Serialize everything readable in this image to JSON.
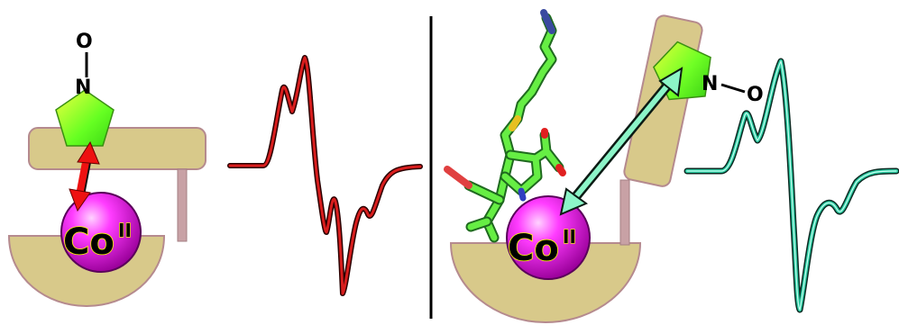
{
  "labels": {
    "cobalt_symbol": "Co",
    "cobalt_oxidation": "II",
    "nitrogen": "N",
    "oxygen": "O"
  },
  "colors": {
    "tan_fill": "#d8c98a",
    "tan_stroke": "#b58a8e",
    "cobalt_sphere": "#ff2dff",
    "nitroxide_ring": "#66ff22",
    "left_arrow": "#ee1111",
    "right_arrow": "#8cf5c8",
    "left_spectrum": "#d81d1d",
    "right_spectrum": "#2ac9a0",
    "divider": "#000000"
  },
  "icons": {
    "left_spectrum": "epr-spectrum-red",
    "right_spectrum": "epr-spectrum-green",
    "ligand": "stick-model-ligand"
  }
}
